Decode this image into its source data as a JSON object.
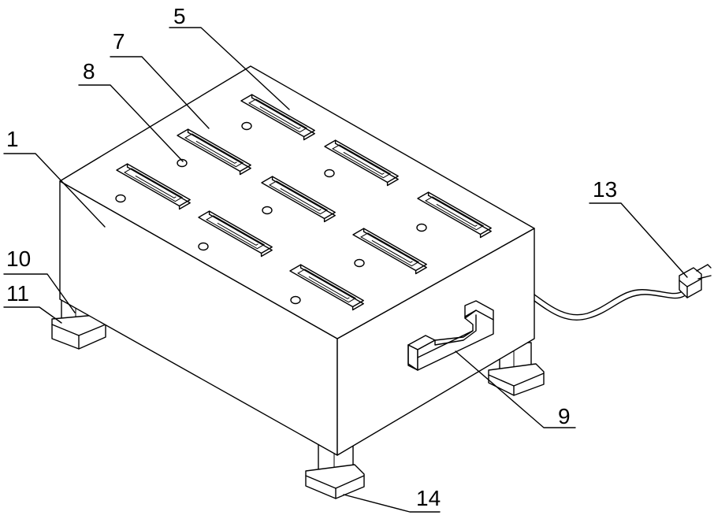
{
  "figure": {
    "callouts": [
      {
        "id": "c1",
        "text": "1"
      },
      {
        "id": "c5",
        "text": "5"
      },
      {
        "id": "c7",
        "text": "7"
      },
      {
        "id": "c8",
        "text": "8"
      },
      {
        "id": "c9",
        "text": "9"
      },
      {
        "id": "c10",
        "text": "10"
      },
      {
        "id": "c11",
        "text": "11"
      },
      {
        "id": "c13",
        "text": "13"
      },
      {
        "id": "c14",
        "text": "14"
      }
    ]
  }
}
